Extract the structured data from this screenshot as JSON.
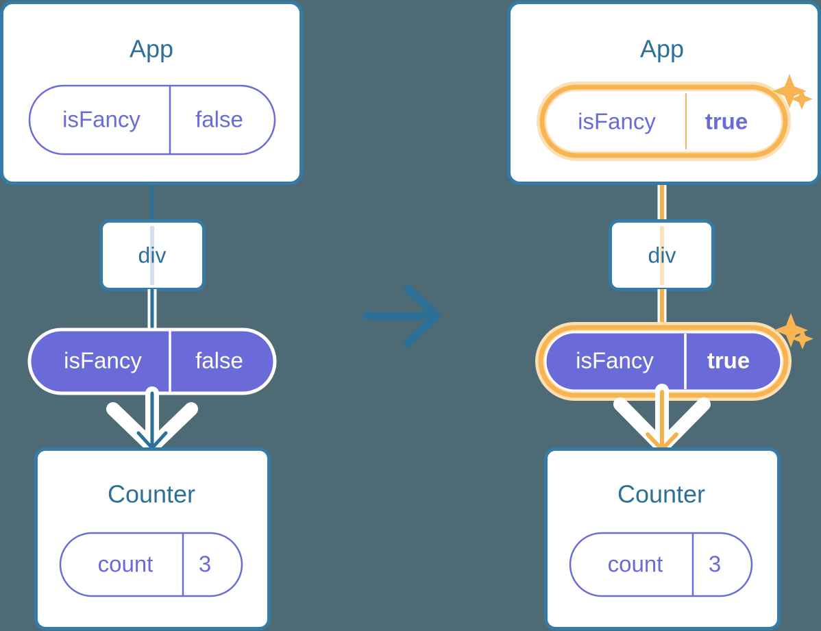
{
  "meta": {
    "title": "State update propagation diagram",
    "background_color": "#4d6a75"
  },
  "palette": {
    "card_border": "#347ba7",
    "title_text": "#2b7099",
    "purple": "#6a6ad8",
    "highlight": "#f7b450",
    "highlight_glow": "#fbe0b4",
    "white": "#ffffff",
    "lavender_line": "#d6deef"
  },
  "transition_arrow": {
    "icon": "arrow-right-icon",
    "color": "#2b7099"
  },
  "panels": [
    {
      "id": "before",
      "app": {
        "title": "App",
        "state_pill": {
          "key": "isFancy",
          "value": "false",
          "style": "outline",
          "highlighted": false,
          "value_bold": false
        }
      },
      "div": {
        "title": "div"
      },
      "prop_pill": {
        "key": "isFancy",
        "value": "false",
        "style": "solid",
        "highlighted": false,
        "value_bold": false
      },
      "counter": {
        "title": "Counter",
        "state_pill": {
          "key": "count",
          "value": "3",
          "style": "outline",
          "highlighted": false,
          "value_bold": false
        }
      },
      "edge_color": "#2b7099",
      "arrow_color": "#2b7099",
      "sparkles": false
    },
    {
      "id": "after",
      "app": {
        "title": "App",
        "state_pill": {
          "key": "isFancy",
          "value": "true",
          "style": "outline",
          "highlighted": true,
          "value_bold": true
        }
      },
      "div": {
        "title": "div"
      },
      "prop_pill": {
        "key": "isFancy",
        "value": "true",
        "style": "solid",
        "highlighted": true,
        "value_bold": true
      },
      "counter": {
        "title": "Counter",
        "state_pill": {
          "key": "count",
          "value": "3",
          "style": "outline",
          "highlighted": false,
          "value_bold": false
        }
      },
      "edge_color": "#f5b14c",
      "arrow_color": "#f5b14c",
      "sparkles": true
    }
  ]
}
